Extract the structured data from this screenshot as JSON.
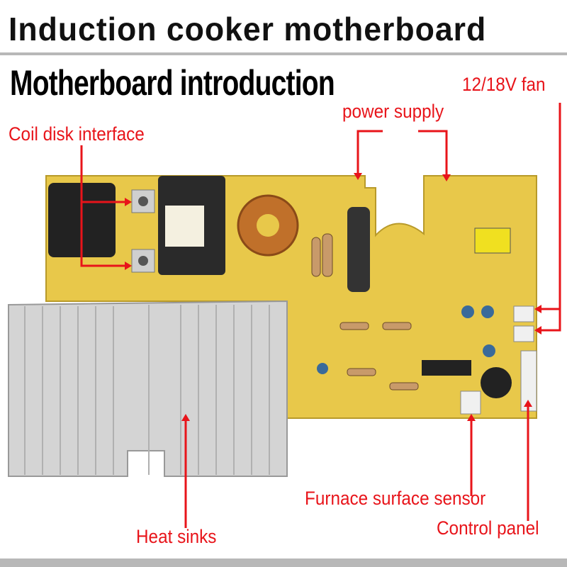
{
  "header": {
    "title": "Induction cooker motherboard",
    "subtitle": "Motherboard introduction"
  },
  "callouts": {
    "coil": "Coil disk interface",
    "power": "power supply",
    "fan": "12/18V fan",
    "sensor": "Furnace surface sensor",
    "heatsink": "Heat sinks",
    "panel": "Control panel"
  },
  "colors": {
    "callout": "#e8141a",
    "pcb": "#e8c84a",
    "heatsink": "#d4d4d4"
  }
}
